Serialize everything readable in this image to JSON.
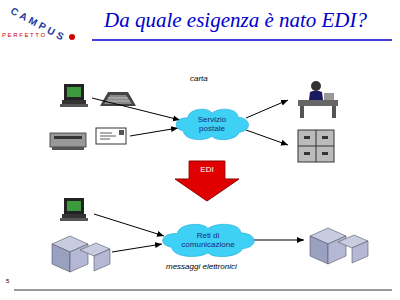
{
  "diagram": {
    "title": "Da quale esigenza è nato EDI?",
    "nodes": [
      {
        "text": [
          "Servizio postale"
        ]
      },
      {
        "text": [
          "EDI"
        ]
      },
      {
        "text": [
          "Reti di comunicazione"
        ]
      }
    ],
    "labels": [
      "CAMPUS",
      "PERFETTO",
      "carta",
      "messaggi elettronici",
      "5"
    ]
  }
}
